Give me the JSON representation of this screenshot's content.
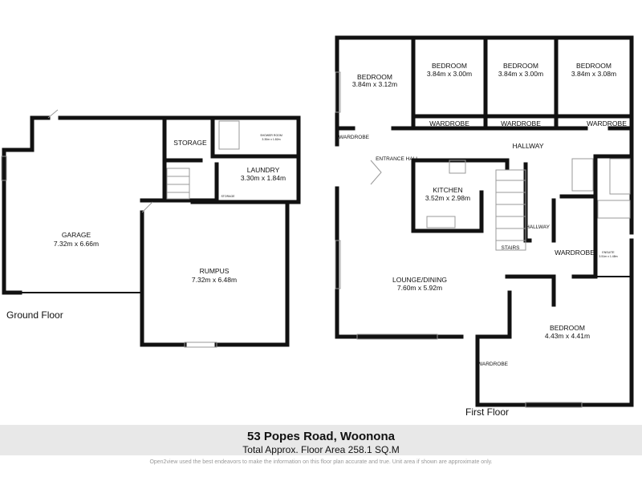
{
  "ground_floor": {
    "label": "Ground Floor",
    "rooms": [
      {
        "name": "GARAGE",
        "dims": "7.32m x 6.66m"
      },
      {
        "name": "STORAGE",
        "dims": ""
      },
      {
        "name": "SHOWER ROOM",
        "dims": "3.30m x 1.82m"
      },
      {
        "name": "LAUNDRY",
        "dims": "3.30m x 1.84m"
      },
      {
        "name": "STORAGE",
        "dims": ""
      },
      {
        "name": "RUMPUS",
        "dims": "7.32m x 6.48m"
      }
    ]
  },
  "first_floor": {
    "label": "First Floor",
    "rooms": [
      {
        "name": "BEDROOM",
        "dims": "3.84m x 3.12m"
      },
      {
        "name": "BEDROOM",
        "dims": "3.84m x 3.00m"
      },
      {
        "name": "BEDROOM",
        "dims": "3.84m x 3.00m"
      },
      {
        "name": "BEDROOM",
        "dims": "3.84m x 3.08m"
      },
      {
        "name": "WARDROBE"
      },
      {
        "name": "WARDROBE"
      },
      {
        "name": "WARDROBE"
      },
      {
        "name": "WARDROBE"
      },
      {
        "name": "HALLWAY"
      },
      {
        "name": "ENTRANCE HALL"
      },
      {
        "name": "KITCHEN",
        "dims": "3.52m x 2.98m"
      },
      {
        "name": "STAIRS"
      },
      {
        "name": "HALLWAY"
      },
      {
        "name": "WARDROBE"
      },
      {
        "name": "ENSUITE",
        "dims": "3.51m x 1.48m"
      },
      {
        "name": "LOUNGE/DINING",
        "dims": "7.60m x 5.92m"
      },
      {
        "name": "BEDROOM",
        "dims": "4.43m x 4.41m"
      },
      {
        "name": "WARDROBE"
      }
    ]
  },
  "footer": {
    "address": "53 Popes Road, Woonona",
    "area": "Total Approx. Floor Area 258.1 SQ.M",
    "disclaimer": "Open2view used the best endeavors to make the information on this floor plan accurate and true. Unit area if shown are approximate only."
  }
}
